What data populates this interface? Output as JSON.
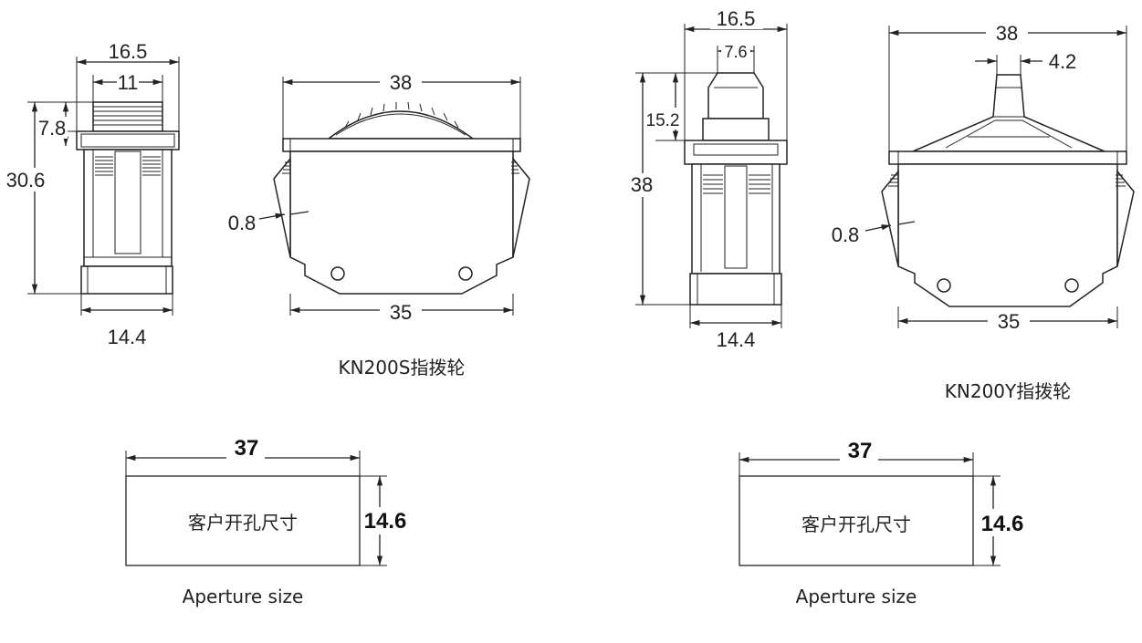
{
  "kn200s": {
    "side": {
      "width_top": "16.5",
      "inner_width": "11",
      "height_cap": "7.8",
      "height_total": "30.6",
      "width_bottom": "14.4"
    },
    "front": {
      "width_top": "38",
      "thickness": "0.8",
      "width_bottom": "35"
    },
    "caption": "KN200S指拨轮"
  },
  "kn200y": {
    "side": {
      "width_top": "16.5",
      "inner_width": "7.6",
      "height_cap": "15.2",
      "height_total": "38",
      "width_bottom": "14.4"
    },
    "front": {
      "width_top": "38",
      "knob_width": "4.2",
      "thickness": "0.8",
      "width_bottom": "35"
    },
    "caption": "KN200Y指拨轮"
  },
  "aperture_left": {
    "width": "37",
    "height": "14.6",
    "label_cn": "客户开孔尺寸",
    "label_en": "Aperture size"
  },
  "aperture_right": {
    "width": "37",
    "height": "14.6",
    "label_cn": "客户开孔尺寸",
    "label_en": "Aperture size"
  }
}
